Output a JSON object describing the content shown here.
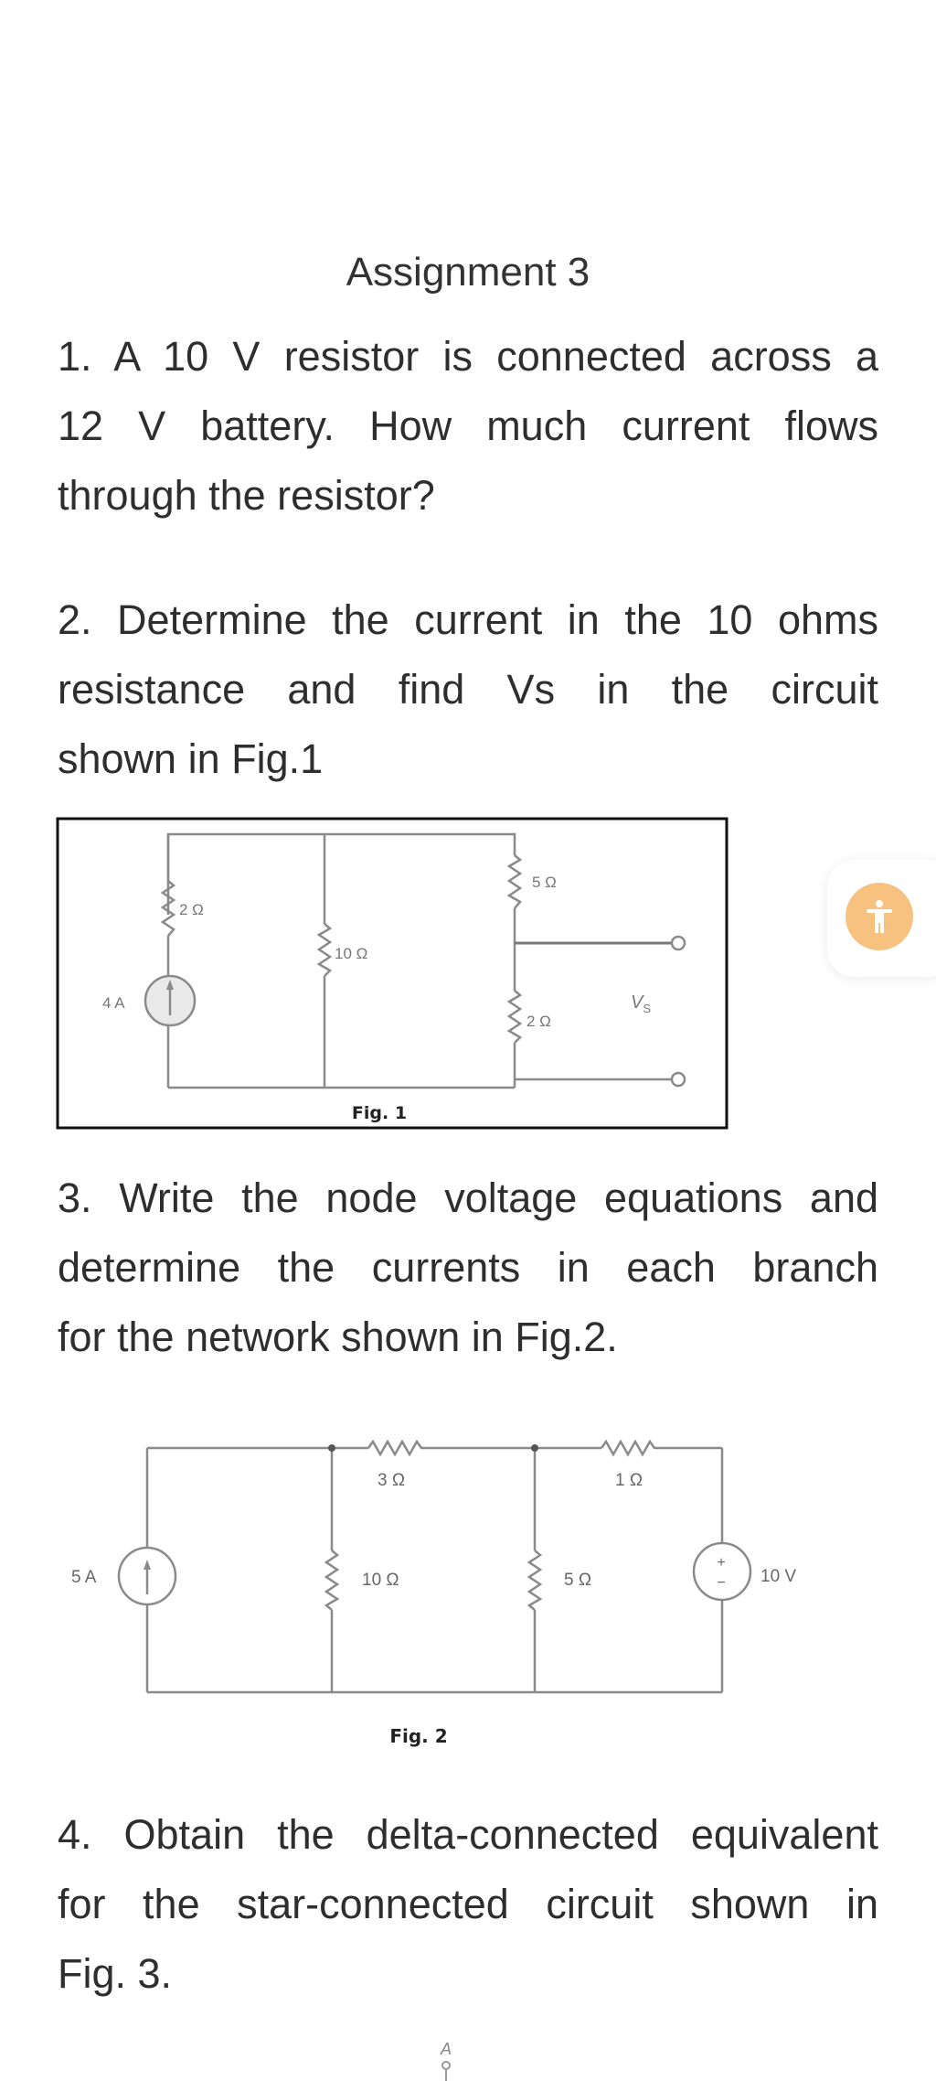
{
  "document": {
    "title": "Assignment 3",
    "questions": [
      {
        "number": "1.",
        "lines": [
          "1. A 10 V resistor is connected across a",
          "12 V battery. How much current flows",
          "through the resistor?"
        ]
      },
      {
        "number": "2.",
        "lines": [
          "2. Determine the current in the 10 ohms",
          "resistance and find Vs in the circuit",
          "shown in Fig.1"
        ]
      },
      {
        "number": "3.",
        "lines": [
          "3. Write the node voltage equations and",
          "determine the currents in each branch",
          "for the network shown in Fig.2."
        ]
      },
      {
        "number": "4.",
        "lines": [
          "4. Obtain the delta-connected equivalent",
          "for the star-connected circuit shown in",
          "Fig. 3."
        ]
      }
    ]
  },
  "figures": {
    "fig1": {
      "caption": "Fig. 1",
      "source_label": "4 A",
      "r_left_label": "2 Ω",
      "r_mid_label": "10 Ω",
      "r_top_right_label": "5 Ω",
      "r_bottom_right_label": "2 Ω",
      "output_label_main": "V",
      "output_label_sub": "S"
    },
    "fig2": {
      "caption": "Fig. 2",
      "source_current_label": "5 A",
      "r_series1_label": "3 Ω",
      "r_series2_label": "1 Ω",
      "r_shunt1_label": "10 Ω",
      "r_shunt2_label": "5 Ω",
      "source_voltage_label": "10 V",
      "plus_sign": "+",
      "minus_sign": "−"
    },
    "fig3_partial": {
      "node_label": "A"
    }
  },
  "accessibility_button": {
    "icon": "accessibility-person-icon",
    "color": "#F7C27F"
  },
  "colors": {
    "text": "#2e2e2e",
    "wire": "#8a8a8a",
    "frame": "#111111",
    "source_fill": "#e9e9e9"
  }
}
